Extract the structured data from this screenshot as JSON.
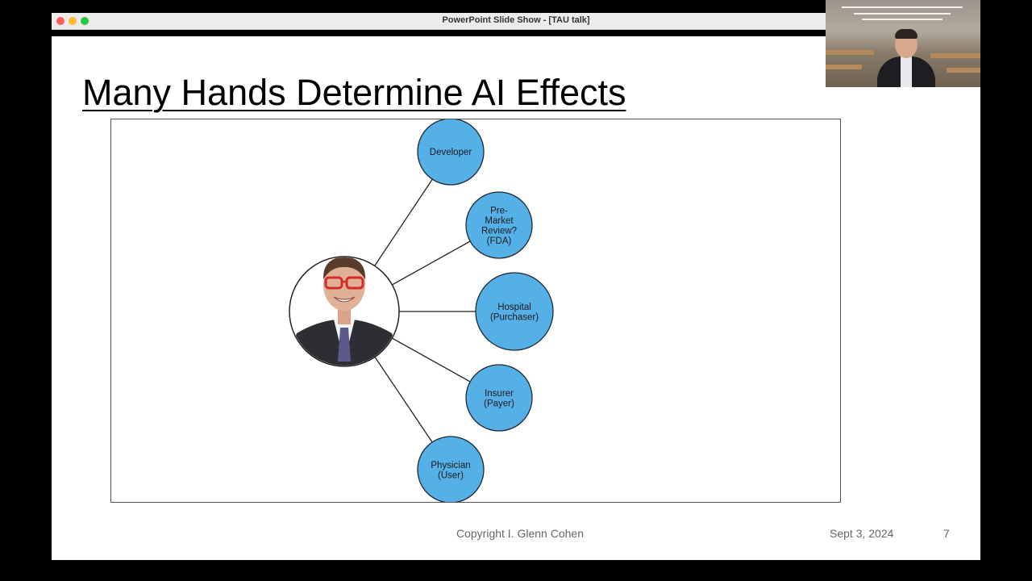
{
  "window": {
    "title": "PowerPoint Slide Show - [TAU talk]"
  },
  "slide": {
    "title": "Many Hands Determine AI Effects",
    "diagram": {
      "center_image": "person-photo",
      "nodes": [
        {
          "id": "developer",
          "lines": [
            "Developer"
          ]
        },
        {
          "id": "premarket-review",
          "lines": [
            "Pre-",
            "Market",
            "Review?",
            "(FDA)"
          ]
        },
        {
          "id": "hospital",
          "lines": [
            "Hospital",
            "(Purchaser)"
          ]
        },
        {
          "id": "insurer",
          "lines": [
            "Insurer",
            "(Payer)"
          ]
        },
        {
          "id": "physician",
          "lines": [
            "Physician",
            "(User)"
          ]
        }
      ],
      "node_color": "#56b0e8"
    },
    "footer": {
      "copyright": "Copyright I. Glenn Cohen",
      "date": "Sept 3, 2024",
      "page": "7"
    }
  },
  "video": {
    "description_icon": "presenter-video-feed"
  }
}
